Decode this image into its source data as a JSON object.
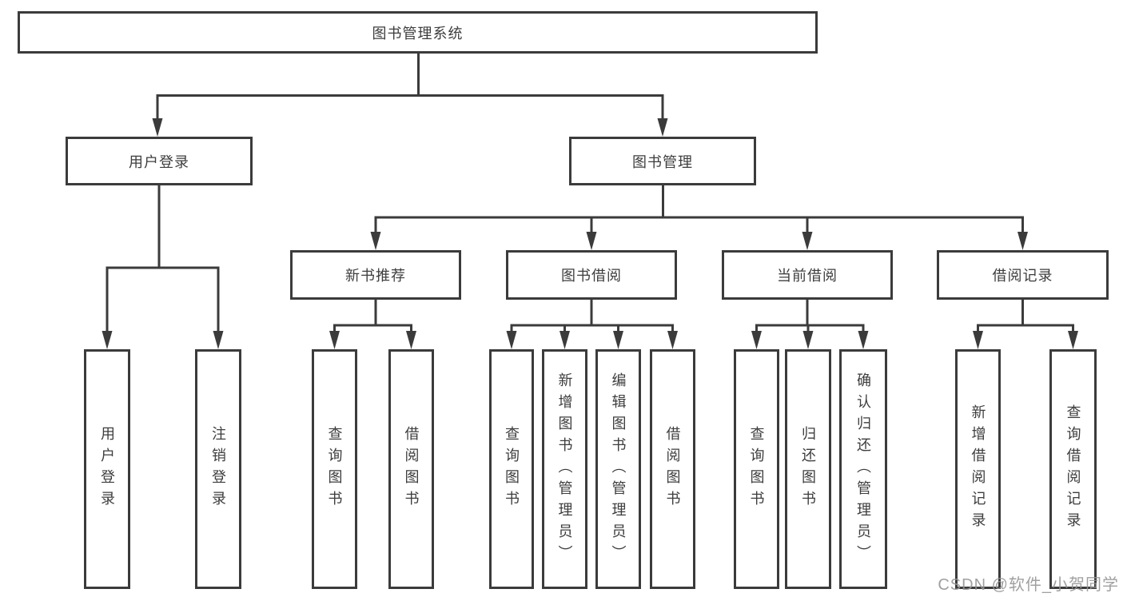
{
  "diagram": {
    "title": "图书管理系统",
    "level2": {
      "user_login": "用户登录",
      "book_management": "图书管理"
    },
    "level3": {
      "new_book_recommend": "新书推荐",
      "book_borrow": "图书借阅",
      "current_borrow": "当前借阅",
      "borrow_records": "借阅记录"
    },
    "leaves": {
      "user_login": "用户登录",
      "logout": "注销登录",
      "recommend_query": "查询图书",
      "recommend_borrow": "借阅图书",
      "borrow_query": "查询图书",
      "borrow_add": "新增图书（管理员）",
      "borrow_edit": "编辑图书（管理员）",
      "borrow_borrow": "借阅图书",
      "current_query": "查询图书",
      "current_return": "归还图书",
      "current_confirm": "确认归还（管理员）",
      "records_add": "新增借阅记录",
      "records_query": "查询借阅记录"
    },
    "watermark": "CSDN @软件_小贺同学"
  },
  "colors": {
    "line": "#3b3b3b",
    "text": "#3d3d3d",
    "watermark": "#969696",
    "background": "#ffffff"
  }
}
